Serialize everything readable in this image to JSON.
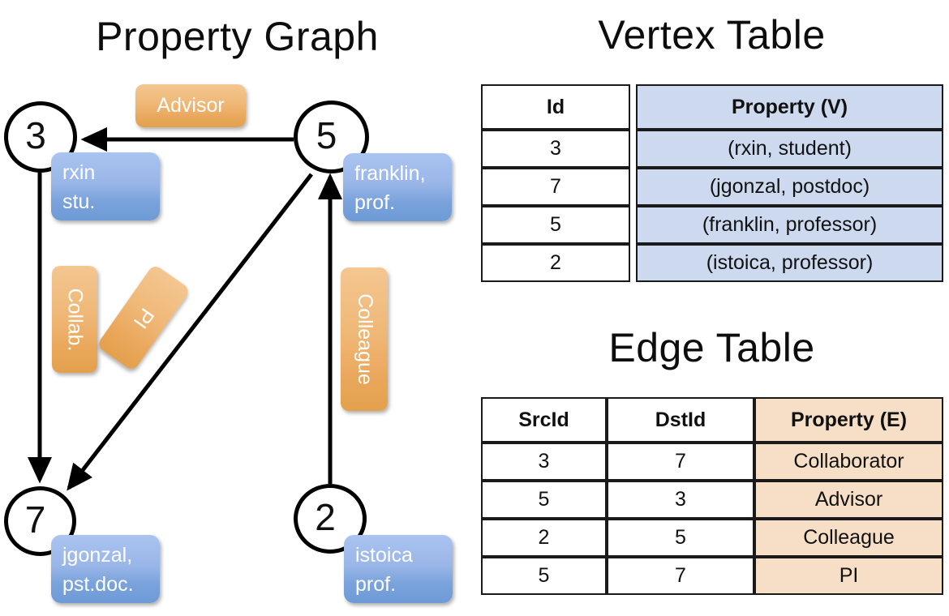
{
  "titles": {
    "property_graph": "Property Graph",
    "vertex_table": "Vertex Table",
    "edge_table": "Edge Table"
  },
  "graph": {
    "nodes": [
      {
        "id": "3",
        "property": "rxin\nstu."
      },
      {
        "id": "5",
        "property": "franklin,\nprof."
      },
      {
        "id": "7",
        "property": "jgonzal,\npst.doc."
      },
      {
        "id": "2",
        "property": "istoica\nprof."
      }
    ],
    "node_labels": {
      "n3": "3",
      "n5": "5",
      "n7": "7",
      "n2": "2"
    },
    "property_boxes": {
      "rxin_line1": "rxin",
      "rxin_line2": "stu.",
      "franklin_line1": "franklin,",
      "franklin_line2": "prof.",
      "jgonzal_line1": "jgonzal,",
      "jgonzal_line2": "pst.doc.",
      "istoica_line1": "istoica",
      "istoica_line2": "prof."
    },
    "edge_labels": {
      "advisor": "Advisor",
      "collab": "Collab.",
      "pi": "PI",
      "colleague": "Colleague"
    }
  },
  "vertex_table": {
    "headers": [
      "Id",
      "Property (V)"
    ],
    "rows": [
      {
        "id": "3",
        "property": "(rxin, student)"
      },
      {
        "id": "7",
        "property": "(jgonzal, postdoc)"
      },
      {
        "id": "5",
        "property": "(franklin, professor)"
      },
      {
        "id": "2",
        "property": "(istoica, professor)"
      }
    ]
  },
  "edge_table": {
    "headers": [
      "SrcId",
      "DstId",
      "Property (E)"
    ],
    "rows": [
      {
        "src": "3",
        "dst": "7",
        "property": "Collaborator"
      },
      {
        "src": "5",
        "dst": "3",
        "property": "Advisor"
      },
      {
        "src": "2",
        "dst": "5",
        "property": "Colleague"
      },
      {
        "src": "5",
        "dst": "7",
        "property": "PI"
      }
    ]
  },
  "colors": {
    "vertex_box_fill": "#9ab6e8",
    "edge_box_fill": "#eaa85d",
    "vertex_cell_fill": "#ccd9ee",
    "edge_cell_fill": "#f6dfc6",
    "stroke": "#000000",
    "background": "#ffffff"
  }
}
